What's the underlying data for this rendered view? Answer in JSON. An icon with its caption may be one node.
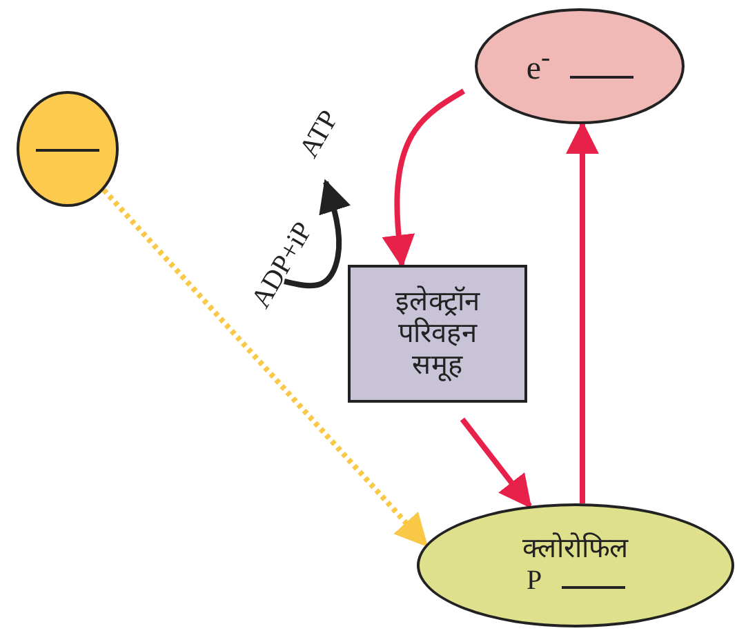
{
  "diagram": {
    "nodes": [
      {
        "text": [],
        "shape": "circle"
      },
      {
        "text": [
          "e$^{-}$"
        ]
      },
      {
        "text": [
          "इलेक्ट्रॉन परिवहन समूह"
        ]
      },
      {
        "text": [
          "क्लोरोफिल",
          "P"
        ]
      },
      {
        "text": [
          "ADP+iP"
        ]
      },
      {
        "text": [
          "ATP"
        ]
      }
    ],
    "edges": [
      {
        "from": 1,
        "to": 2,
        "arrow": "to"
      },
      {
        "from": 2,
        "to": 3,
        "arrow": "to"
      },
      {
        "from": 3,
        "to": 1,
        "arrow": "to"
      },
      {
        "from": 0,
        "to": 3,
        "arrow": "to",
        "style": "dashed",
        "color": "#f9c846"
      },
      {
        "from": 4,
        "to": 5,
        "arrow": "to",
        "color": "#222222"
      }
    ]
  }
}
